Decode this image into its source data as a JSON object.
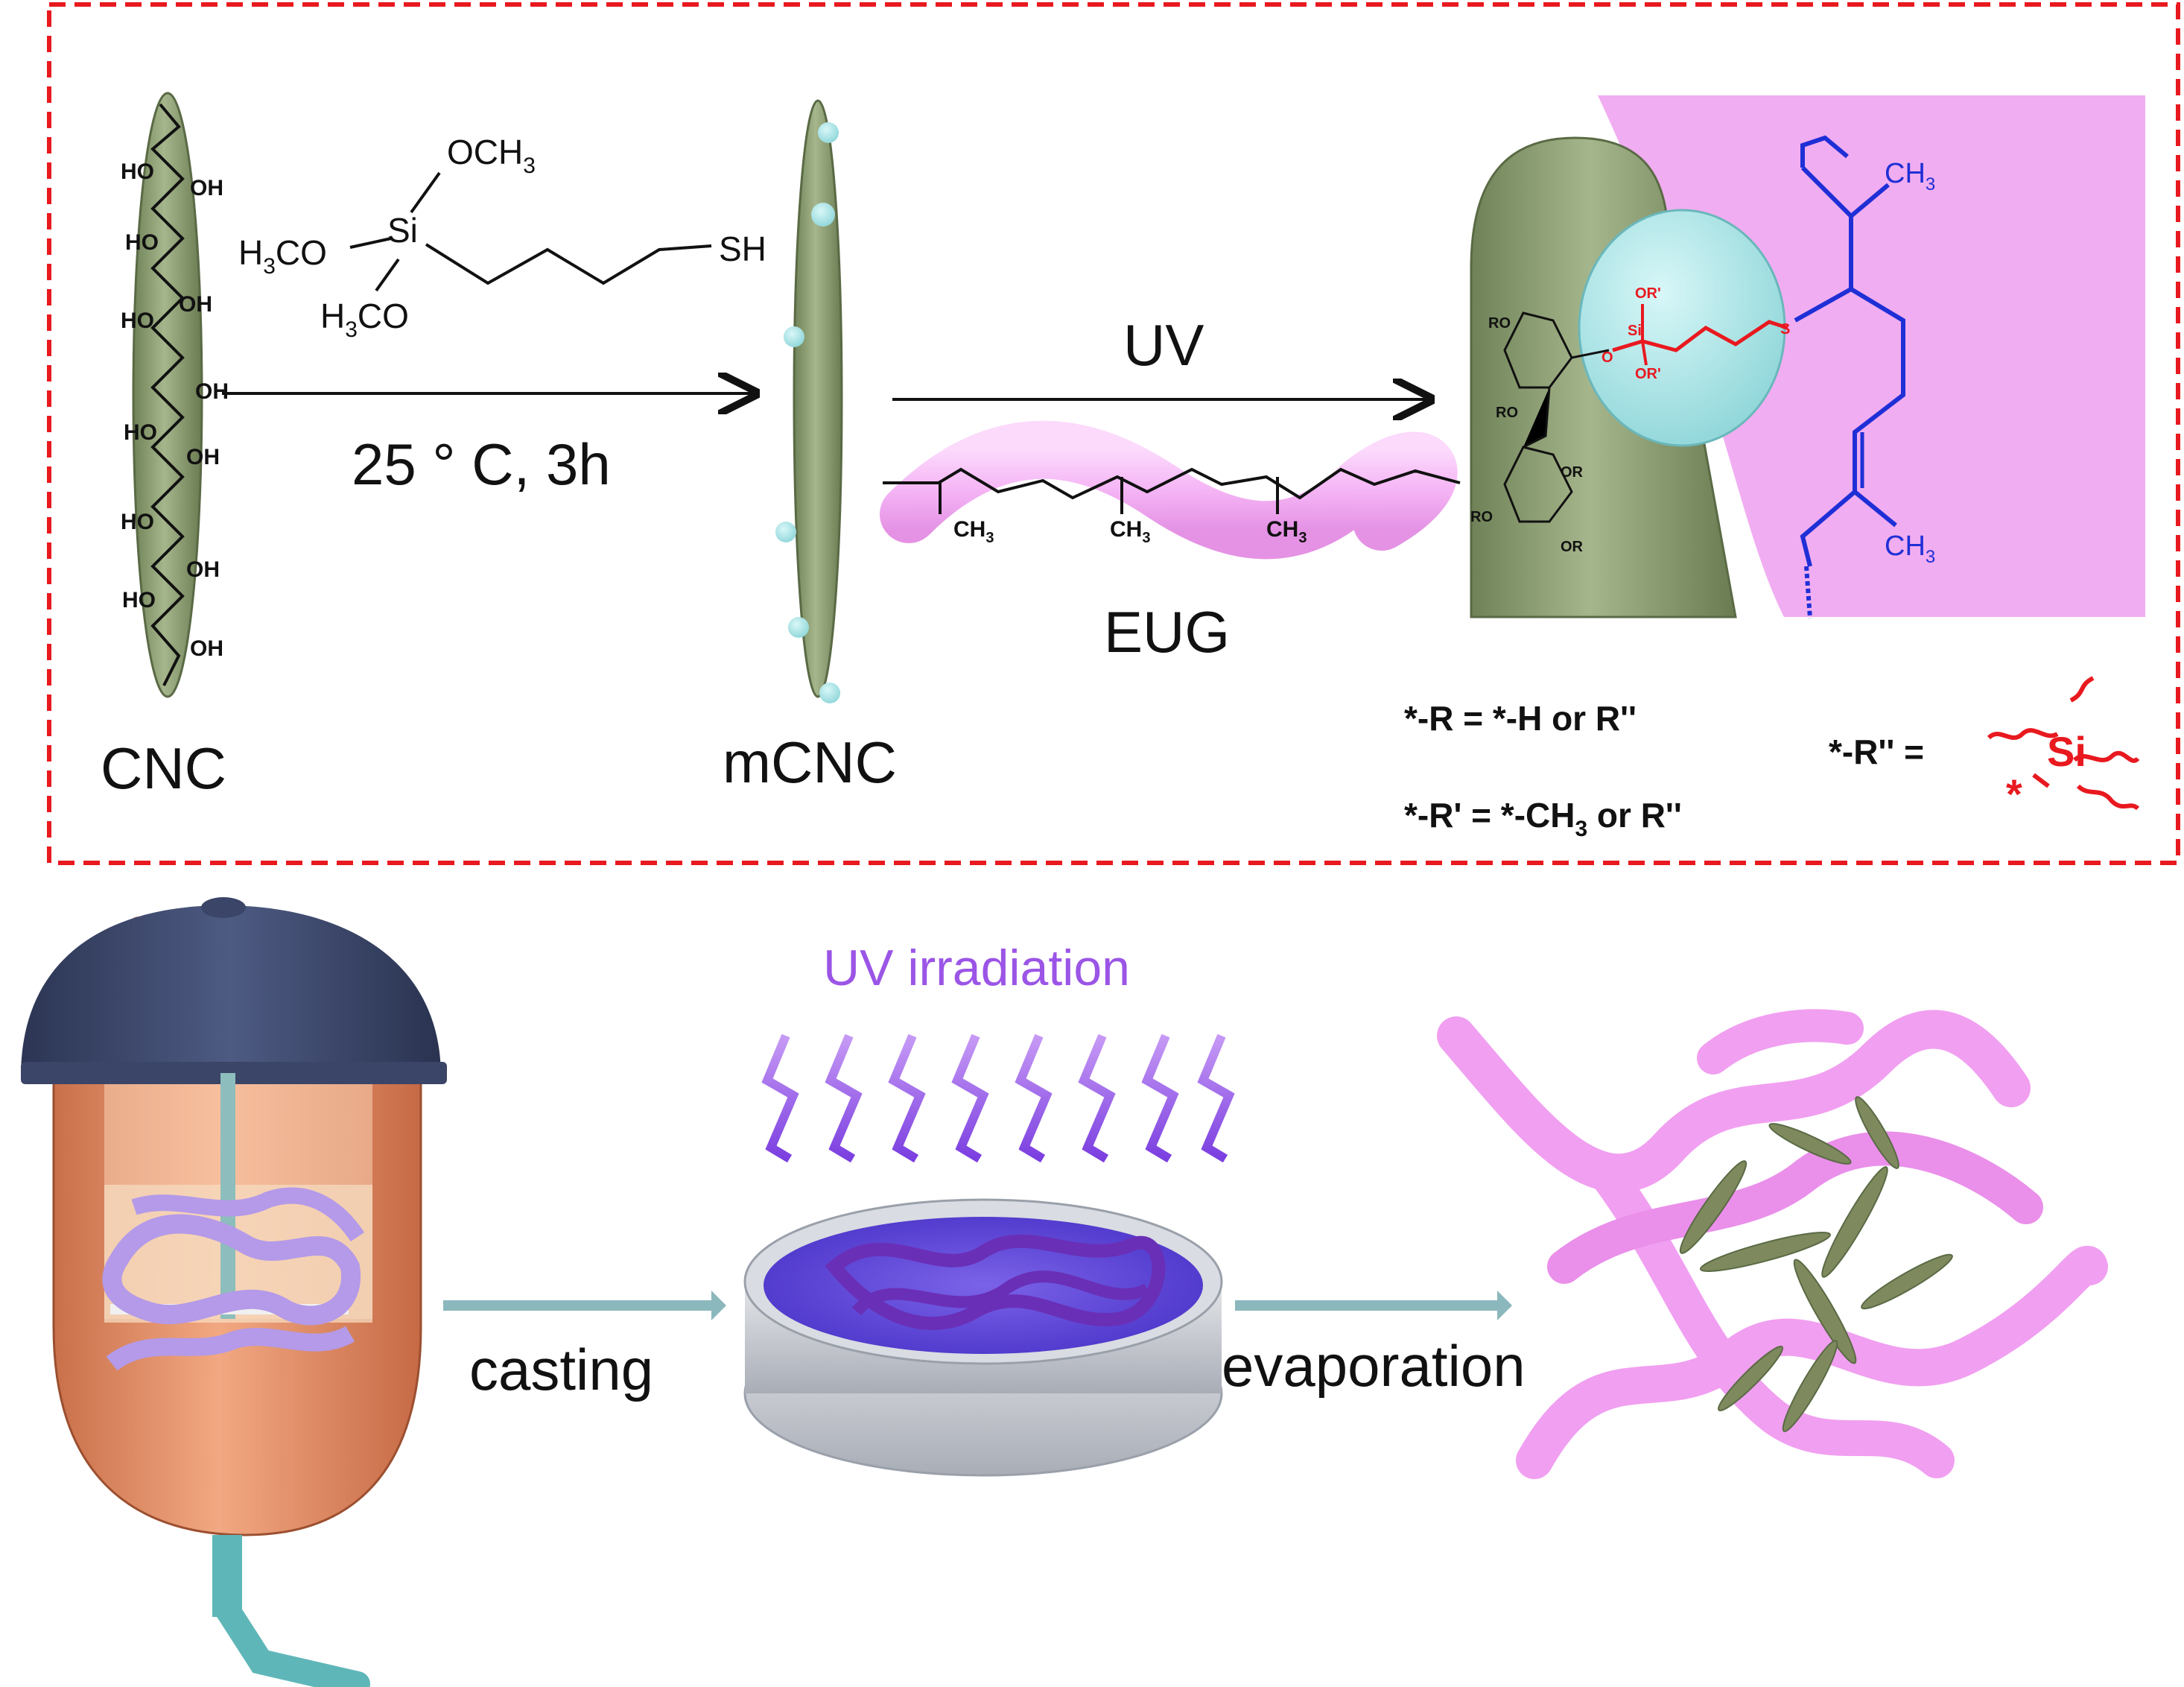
{
  "scheme": {
    "cnc_label": "CNC",
    "mcnc_label": "mCNC",
    "reagent": {
      "methoxy_top": "OCH",
      "methoxy_top_sub": "3",
      "left_methoxy": "H",
      "left_methoxy_sub": "3",
      "left_methoxy_tail": "CO",
      "si": "Si",
      "thiol": "SH",
      "bottom_methoxy": "H",
      "bottom_methoxy_sub": "3",
      "bottom_methoxy_tail": "CO"
    },
    "condition1": "25 °  C, 3h",
    "condition2": "UV",
    "eug_label": "EUG",
    "ch3": "CH",
    "ch3_sub": "3",
    "hydroxyl": "HO",
    "oh": "OH",
    "ro": "RO",
    "or": "OR",
    "o": "O",
    "or_prime": "OR'",
    "s": "S",
    "legend": {
      "r_def": "*-R = *-H or R''",
      "r_prime_def_a": "*-R' = *-CH",
      "r_prime_def_sub": "3",
      "r_prime_def_b": " or R''",
      "r_double_def": "*-R'' =",
      "si_symbol": "Si",
      "star": "*"
    },
    "colors": {
      "frame": "#e8191f",
      "cnc_green": "#8fa274",
      "sphere": "#a8e6e8",
      "pink": "#f19ff1",
      "blue_chain": "#1f2fd6",
      "red_chain": "#e8191f",
      "uv_purple": "#9b55e6"
    }
  },
  "process": {
    "uv_label": "UV irradiation",
    "step1": "casting",
    "step2": "evaporation"
  }
}
